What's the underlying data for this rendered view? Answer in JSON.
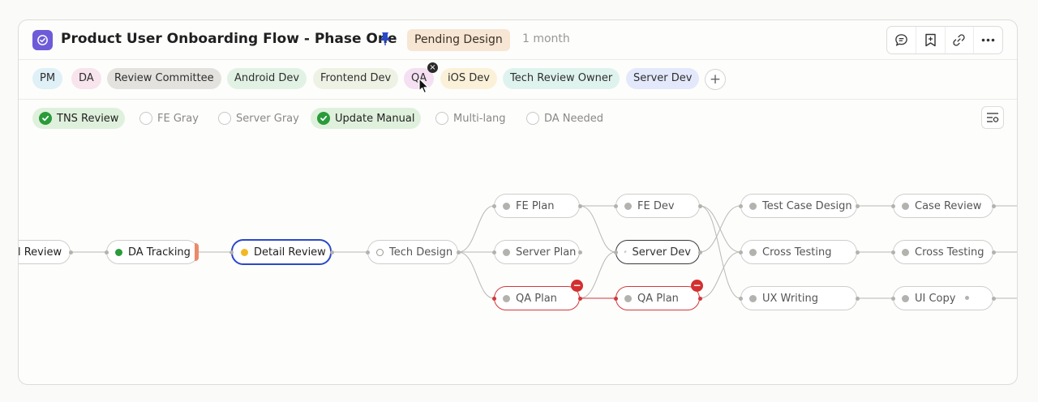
{
  "header": {
    "title": "Product User Onboarding Flow - Phase One",
    "status": "Pending Design",
    "duration": "1 month",
    "toolbar": [
      "comment-icon",
      "bookmark-add-icon",
      "link-icon",
      "more-icon"
    ]
  },
  "roles": [
    {
      "label": "PM",
      "color": "#dff0f7"
    },
    {
      "label": "DA",
      "color": "#f8e4ec"
    },
    {
      "label": "Review Committee",
      "color": "#e3e2df"
    },
    {
      "label": "Android Dev",
      "color": "#e1f2e4"
    },
    {
      "label": "Frontend Dev",
      "color": "#eef2e4"
    },
    {
      "label": "QA",
      "color": "#f4e0f2"
    },
    {
      "label": "iOS Dev",
      "color": "#fbf1d8"
    },
    {
      "label": "Tech Review Owner",
      "color": "#dff3ee"
    },
    {
      "label": "Server Dev",
      "color": "#e3e9fb"
    }
  ],
  "checks": [
    {
      "label": "TNS Review",
      "checked": true
    },
    {
      "label": "FE Gray",
      "checked": false
    },
    {
      "label": "Server Gray",
      "checked": false
    },
    {
      "label": "Update Manual",
      "checked": true
    },
    {
      "label": "Multi-lang",
      "checked": false
    },
    {
      "label": "DA Needed",
      "checked": false
    }
  ],
  "nodes": {
    "n0": "al Review",
    "n1": "DA Tracking",
    "n2": "Detail Review",
    "n3": "Tech Design",
    "n4": "FE Plan",
    "n5": "Server Plan",
    "n6": "QA Plan",
    "n7": "FE Dev",
    "n8": "Server Dev",
    "n9": "QA Plan",
    "n10": "Test Case Design",
    "n11": "Cross Testing",
    "n12": "UX Writing",
    "n13": "Case Review",
    "n14": "Cross Testing",
    "n15": "UI Copy"
  },
  "status_colors": {
    "done": "#2a9b3a",
    "in_progress": "#f2b824",
    "alert": "#d32f2f",
    "accent": "#2b48c9",
    "brand": "#6d5bd8"
  }
}
